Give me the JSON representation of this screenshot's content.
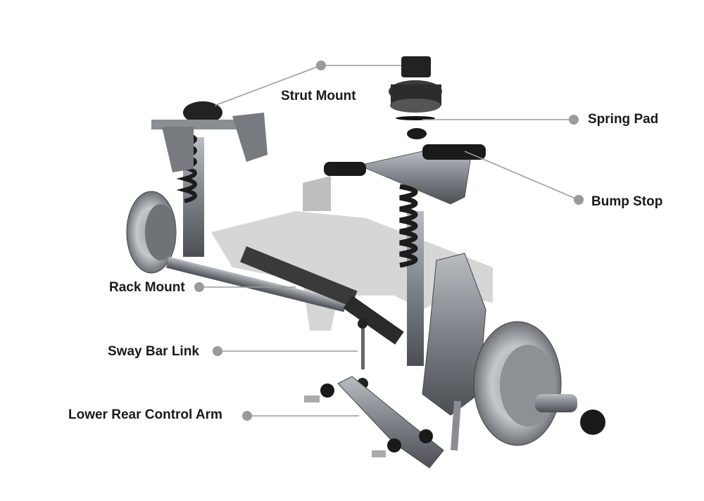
{
  "diagram": {
    "title": "Front suspension exploded view",
    "callouts": [
      {
        "id": "strut-mount",
        "text": "Strut Mount"
      },
      {
        "id": "spring-pad",
        "text": "Spring Pad"
      },
      {
        "id": "bump-stop",
        "text": "Bump Stop"
      },
      {
        "id": "rack-mount",
        "text": "Rack Mount"
      },
      {
        "id": "sway-bar-link",
        "text": "Sway Bar Link"
      },
      {
        "id": "lower-rear-control-arm",
        "text": "Lower Rear Control Arm"
      }
    ],
    "colors": {
      "leader": "#9a9a9a",
      "dot": "#9a9a9a",
      "metal": "#7d8288",
      "dark": "#1c1c1c",
      "ghost": "#c9c9c9"
    }
  }
}
